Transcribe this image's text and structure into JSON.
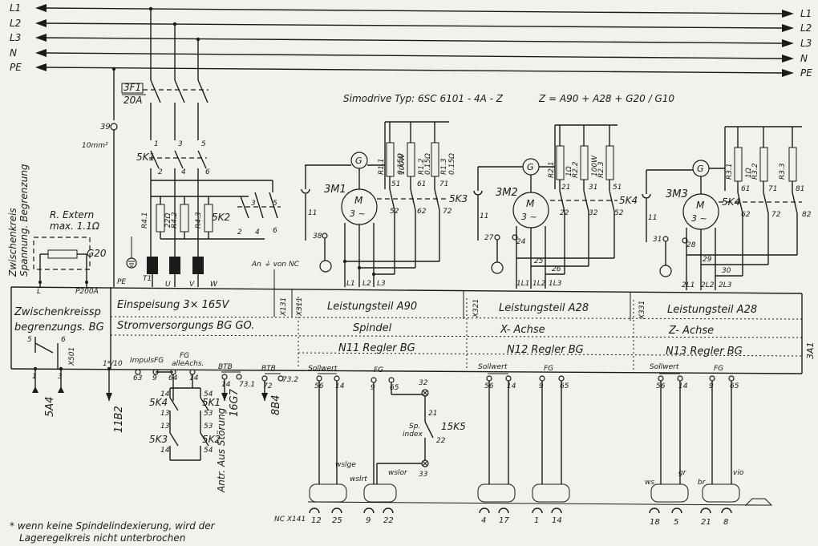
{
  "colors": {
    "paper": "#f3f1ec",
    "ink": "#1a1a1a"
  },
  "bus": {
    "l1": "L1",
    "l2": "L2",
    "l3": "L3",
    "n": "N",
    "pe": "PE"
  },
  "header": {
    "simodrive": "Simodrive  Typ: 6SC 6101 - 4A - Z",
    "equation": "Z = A90 + A28 + G20 / G10"
  },
  "fuse": {
    "id": "3F1",
    "rating": "20A"
  },
  "labels": {
    "n39": "39",
    "wire": "10mm²",
    "k5k1": "5K1",
    "k5k2": "5K2",
    "r41": "R4.1",
    "r41v": "22Ω",
    "r42": "R4.2",
    "r43": "R4.3",
    "t1": "T1",
    "u": "U",
    "v": "V",
    "w": "W",
    "pe_bot": "PE",
    "l": "L",
    "p200a": "P200A",
    "g20": "G20",
    "rext1": "R. Extern",
    "rext2": "max. 1.1Ω",
    "zk_vert1": "Zwischenkreis",
    "zk_vert2": "Spannung. Begrenzung",
    "an_nc": "An ⏚ von NC",
    "x131": "X131",
    "x311": "X311",
    "x321": "X321",
    "x331": "X331",
    "leist_a90": "Leistungsteil  A90",
    "leist_a28a": "Leistungsteil  A28",
    "leist_a28b": "Leistungsteil  A28",
    "einsp": "Einspeisung  3× 165V",
    "strom": "Stromversorgungs  BG    GO.",
    "spindel": "Spindel",
    "xachse": "X- Achse",
    "zachse": "Z- Achse",
    "n11": "N11  Regler  BG",
    "n12": "N12  Regler  BG",
    "n13": "N13  Regler  BG",
    "a3": "3A1",
    "zksp1": "Zwischenkreissp",
    "zksp2": "begrenzungs. BG",
    "m1": "3M1",
    "m2": "3M2",
    "m3": "3M3",
    "g": "G",
    "m": "M",
    "tilde": "3 ~",
    "k5k3": "5K3",
    "k5k4a": "5K4",
    "k5k4b": "5K4",
    "r11": "R1.1",
    "r12": "R1.2",
    "r13": "R1.3",
    "r11v": "0.15Ω",
    "r12v": "0.15Ω",
    "r13v": "0.15Ω",
    "w100": "100W",
    "r21": "R2.1",
    "r22": "R2.2",
    "r23": "R2.3",
    "r31": "R3.1",
    "r32": "R3.2",
    "r33": "R3.3",
    "ohm1": "1Ω",
    "impuls": "ImpulsFG",
    "fg_all1": "FG",
    "fg_all2": "alleAchs.",
    "btb1": "BTB",
    "btb2": "BTB",
    "sollwert1": "Sollwert",
    "sollwert2": "Sollwert",
    "sollwert3": "Sollwert",
    "fg1": "FG",
    "fg2": "FG",
    "fg3": "FG",
    "x501": "X501",
    "k5k4c": "5K4",
    "k5k1c": "5K1",
    "k5k3c": "5K3",
    "k5k2c": "5K2",
    "a5a4": "5A4",
    "a11b2": "11B2",
    "a16g7": "16G7",
    "a8b4": "8B4",
    "antr": "Antr. Aus Störung",
    "l15k5": "15K5",
    "sp_index1": "Sp.",
    "sp_index2": "index",
    "wslge": "wslge",
    "wslrt": "wslrt",
    "wslor": "wslor",
    "ws": "ws",
    "gr": "gr",
    "br": "br",
    "vio": "vio",
    "ncx141": "NC  X141",
    "note1": "* wenn keine Spindelindexierung, wird der",
    "note2": "Lageregelkreis nicht unterbrochen"
  },
  "terminals": {
    "t1": "1",
    "t2": "2",
    "t3": "3",
    "t4": "4",
    "t5": "5",
    "t6": "6",
    "t11": "11",
    "t21": "21",
    "t31": "31",
    "t38": "38",
    "t27": "27",
    "t24": "24",
    "t25": "25",
    "t26": "26",
    "t28": "28",
    "t29": "29",
    "t30": "30",
    "t51": "51",
    "t52": "52",
    "t61": "61",
    "t62": "62",
    "t71": "71",
    "t72": "72",
    "t81": "81",
    "t82": "82",
    "t22": "22",
    "t32": "32",
    "t1l1": "1L1",
    "t1l2": "1L2",
    "t1l3": "1L3",
    "t2l1": "2L1",
    "t2l2": "2L2",
    "t2l3": "2L3",
    "tl1": "L1",
    "tl2": "L2",
    "tl3": "L3",
    "t63": "63",
    "t9": "9",
    "t64": "64",
    "t14": "14",
    "t731": "73.1",
    "t732": "73.2",
    "t56": "56",
    "t65": "65",
    "t13": "13",
    "t54": "54",
    "t53": "53",
    "t10": "1*/10",
    "c12": "12",
    "c25": "25",
    "c9": "9",
    "c22": "22",
    "c4": "4",
    "c17": "17",
    "c1": "1",
    "c14": "14",
    "c18": "18",
    "c5": "5",
    "c21": "21",
    "c8": "8",
    "s32": "32",
    "s21": "21",
    "s22": "22",
    "s33": "33"
  }
}
